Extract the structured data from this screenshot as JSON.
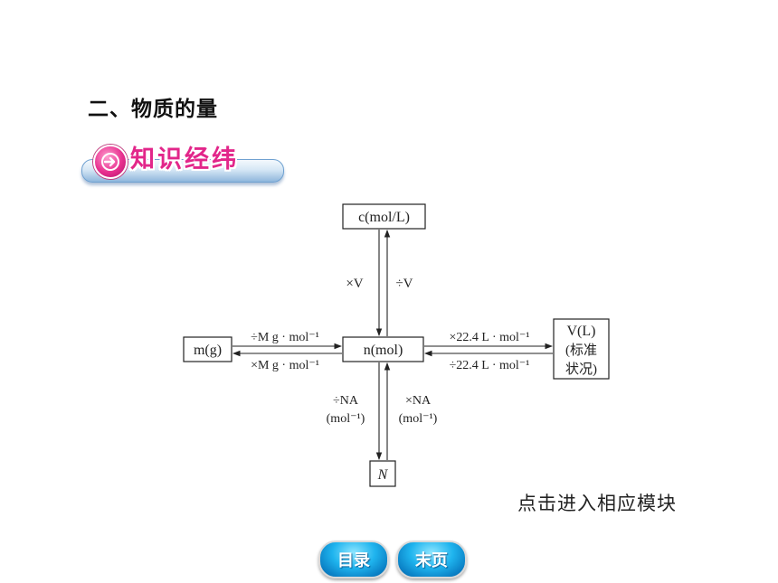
{
  "page": {
    "section_title": "二、物质的量",
    "banner_label": "知识经纬",
    "hint_text": "点击进入相应模块"
  },
  "diagram": {
    "nodes": {
      "concentration": "c(mol/L)",
      "mass": "m(g)",
      "moles": "n(mol)",
      "volume_line1": "V(L)",
      "volume_line2": "(标准",
      "volume_line3": "状况)",
      "particles": "N"
    },
    "edges": {
      "n_to_c": "×V",
      "c_to_n": "÷V",
      "m_to_n": "÷M g · mol⁻¹",
      "n_to_m": "×M g · mol⁻¹",
      "n_to_v": "×22.4 L · mol⁻¹",
      "v_to_n": "÷22.4 L · mol⁻¹",
      "n_to_N_line1": "÷NA",
      "n_to_N_line2": "(mol⁻¹)",
      "N_to_n_line1": "×NA",
      "N_to_n_line2": "(mol⁻¹)"
    }
  },
  "nav": {
    "toc_label": "目录",
    "last_page_label": "末页"
  },
  "colors": {
    "banner_text": "#e2268a",
    "nav_button": "#1fb4ee"
  }
}
